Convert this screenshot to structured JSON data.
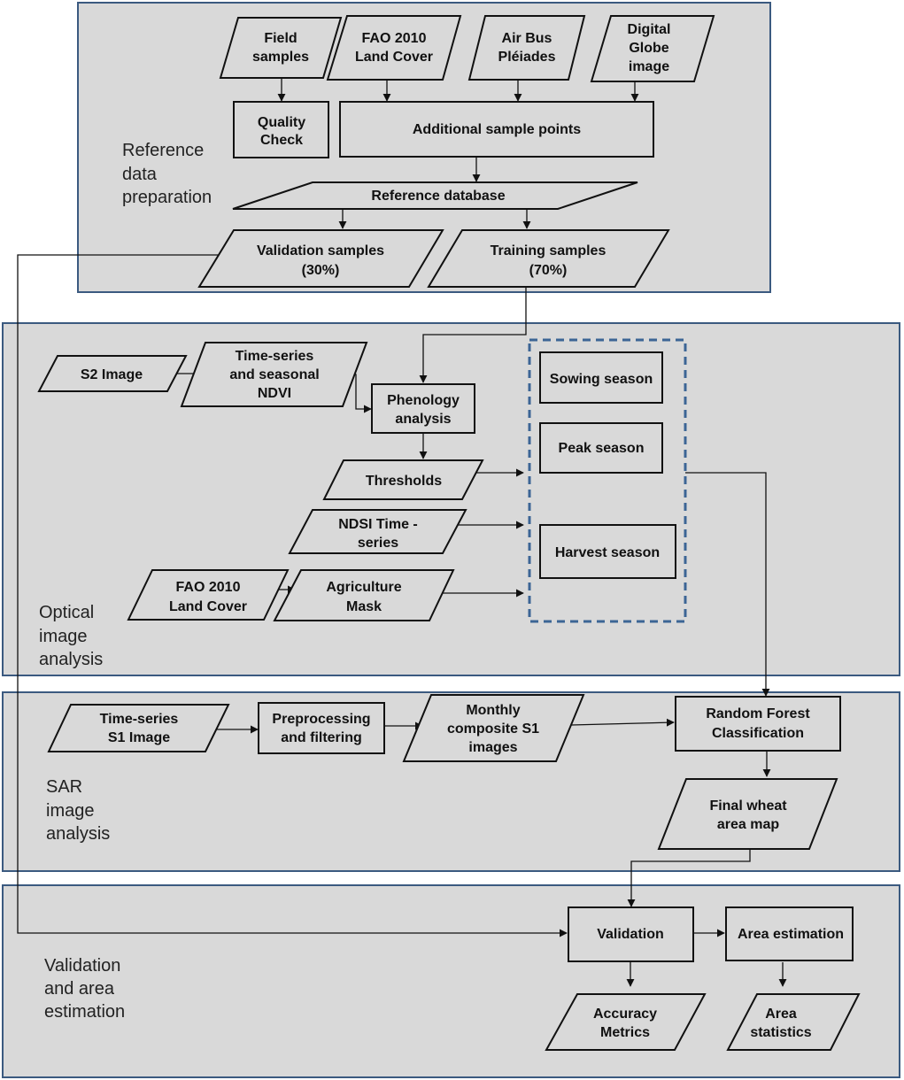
{
  "colors": {
    "panel_fill": "#d9d9d9",
    "panel_border": "#3b5a80",
    "dashed_group": "#3c6595"
  },
  "sections": {
    "reference": [
      "Reference",
      "data",
      "preparation"
    ],
    "optical": [
      "Optical",
      "image",
      "analysis"
    ],
    "sar": [
      "SAR",
      "image",
      "analysis"
    ],
    "validation": [
      "Validation",
      "and area",
      "estimation"
    ]
  },
  "nodes": {
    "field_samples": [
      "Field",
      "samples"
    ],
    "fao_land_cover_top": [
      "FAO 2010",
      "Land Cover"
    ],
    "airbus_pleiades": [
      "Air Bus",
      "Pléiades"
    ],
    "digital_globe": [
      "Digital",
      "Globe",
      "image"
    ],
    "quality_check": [
      "Quality",
      "Check"
    ],
    "additional_sample_points": [
      "Additional sample points"
    ],
    "reference_database": [
      "Reference database"
    ],
    "validation_samples": [
      "Validation samples",
      "(30%)"
    ],
    "training_samples": [
      "Training samples",
      "(70%)"
    ],
    "s2_image": [
      "S2 Image"
    ],
    "timeseries_ndvi": [
      "Time-series",
      "and seasonal",
      "NDVI"
    ],
    "phenology_analysis": [
      "Phenology",
      "analysis"
    ],
    "thresholds": [
      "Thresholds"
    ],
    "ndsi_timeseries": [
      "NDSI Time -",
      "series"
    ],
    "fao_land_cover_optical": [
      "FAO 2010",
      "Land Cover"
    ],
    "agriculture_mask": [
      "Agriculture",
      "Mask"
    ],
    "sowing_season": [
      "Sowing season"
    ],
    "peak_season": [
      "Peak season"
    ],
    "harvest_season": [
      "Harvest season"
    ],
    "timeseries_s1": [
      "Time-series",
      "S1 Image"
    ],
    "preprocessing_filtering": [
      "Preprocessing",
      "and filtering"
    ],
    "monthly_composite_s1": [
      "Monthly",
      "composite S1",
      "images"
    ],
    "random_forest": [
      "Random Forest",
      "Classification"
    ],
    "final_wheat_map": [
      "Final wheat",
      "area map"
    ],
    "validation": [
      "Validation"
    ],
    "area_estimation": [
      "Area estimation"
    ],
    "accuracy_metrics": [
      "Accuracy",
      "Metrics"
    ],
    "area_statistics": [
      "Area",
      "statistics"
    ]
  }
}
